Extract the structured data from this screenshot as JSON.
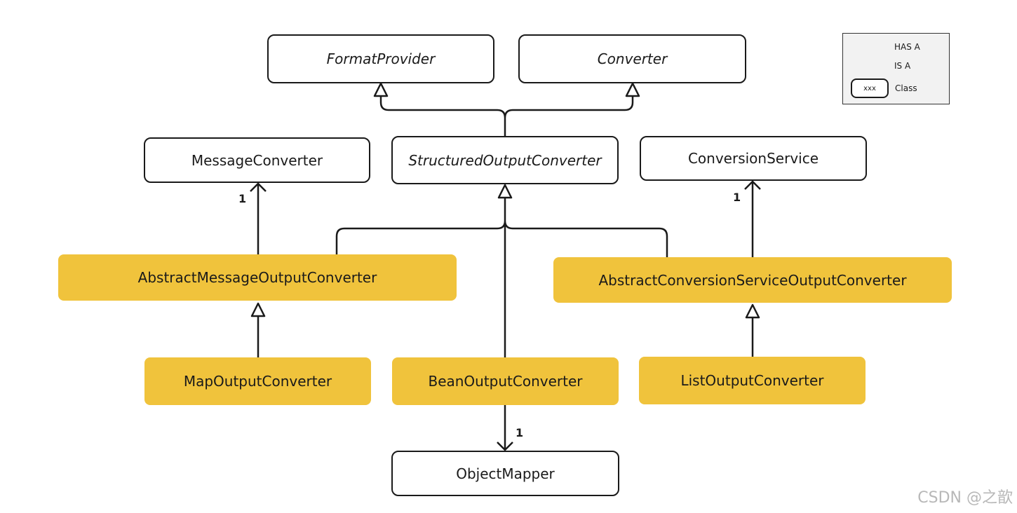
{
  "nodes": {
    "format_provider": "FormatProvider",
    "converter": "Converter",
    "message_converter": "MessageConverter",
    "structured_output_converter": "StructuredOutputConverter",
    "conversion_service": "ConversionService",
    "abstract_message_output_converter": "AbstractMessageOutputConverter",
    "abstract_conversion_service_output_converter": "AbstractConversionServiceOutputConverter",
    "map_output_converter": "MapOutputConverter",
    "bean_output_converter": "BeanOutputConverter",
    "list_output_converter": "ListOutputConverter",
    "object_mapper": "ObjectMapper"
  },
  "multiplicities": {
    "message_converter": "1",
    "conversion_service": "1",
    "object_mapper": "1"
  },
  "legend": {
    "has_a": "HAS A",
    "is_a": "IS A",
    "class_sample": "xxx",
    "class_label": "Class"
  },
  "watermark": "CSDN @之歆",
  "colors": {
    "implementation_fill": "#f0c33c",
    "outline": "#1a1a1a",
    "legend_background": "#f2f2f2"
  }
}
